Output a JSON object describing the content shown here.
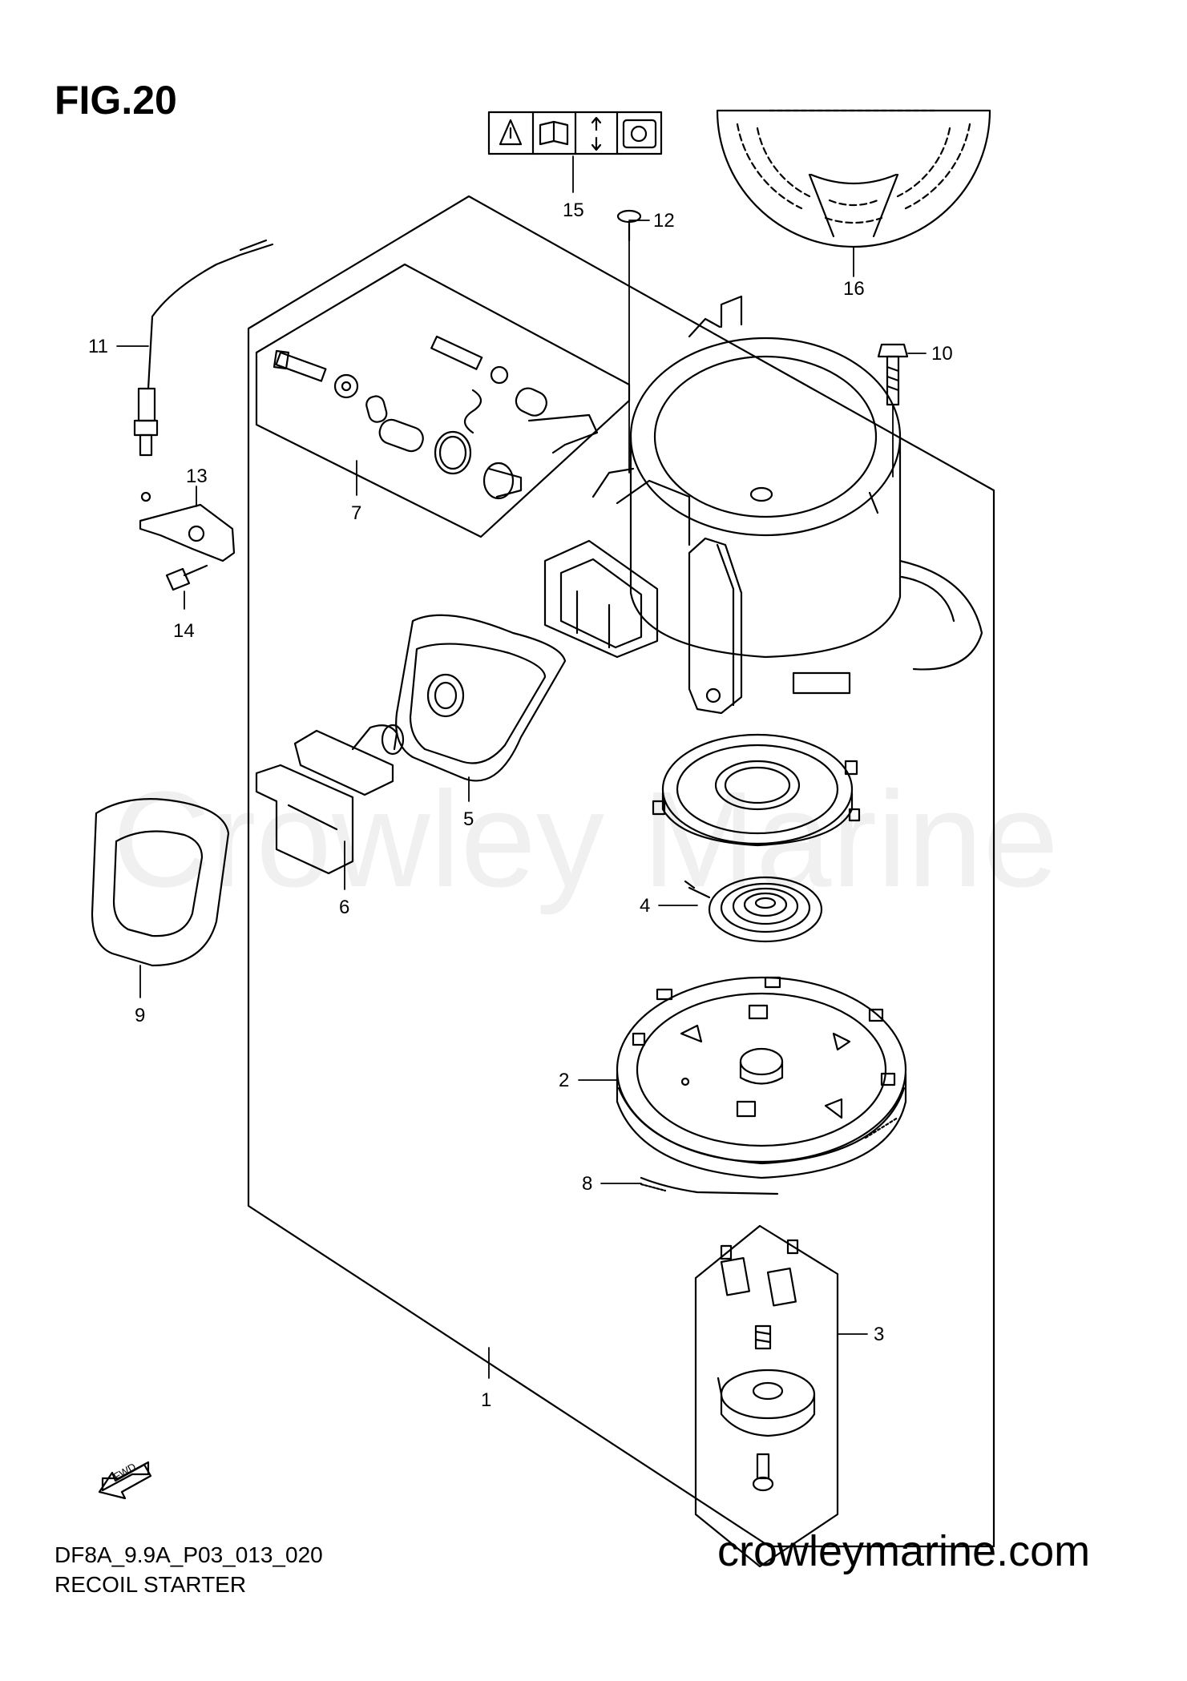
{
  "figure": {
    "title": "FIG.20",
    "model_code": "DF8A_9.9A_P03_013_020",
    "section_name": "RECOIL STARTER",
    "website": "crowleymarine.com",
    "watermark": "Crowley Marine",
    "fwd_label": "FWD"
  },
  "callouts": [
    {
      "id": "1",
      "label": "1"
    },
    {
      "id": "2",
      "label": "2"
    },
    {
      "id": "3",
      "label": "3"
    },
    {
      "id": "4",
      "label": "4"
    },
    {
      "id": "5",
      "label": "5"
    },
    {
      "id": "6",
      "label": "6"
    },
    {
      "id": "7",
      "label": "7"
    },
    {
      "id": "8",
      "label": "8"
    },
    {
      "id": "9",
      "label": "9"
    },
    {
      "id": "10",
      "label": "10"
    },
    {
      "id": "11",
      "label": "11"
    },
    {
      "id": "12",
      "label": "12"
    },
    {
      "id": "13",
      "label": "13"
    },
    {
      "id": "14",
      "label": "14"
    },
    {
      "id": "15",
      "label": "15"
    },
    {
      "id": "16",
      "label": "16"
    }
  ],
  "icons": [
    "warning-icon",
    "manual-icon",
    "pull-direction-icon",
    "starter-handle-icon"
  ],
  "colors": {
    "line": "#000000",
    "background": "#ffffff"
  }
}
